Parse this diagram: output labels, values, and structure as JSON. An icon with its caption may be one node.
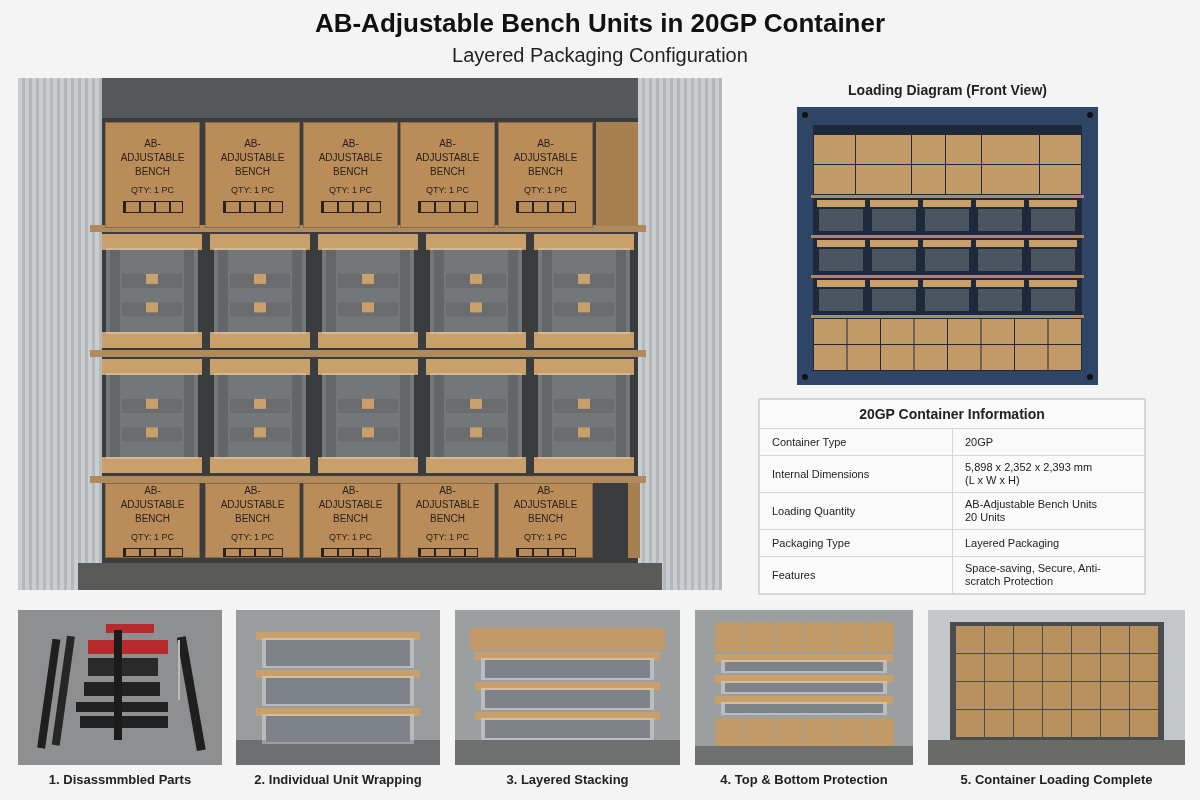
{
  "diagram": {
    "title": "AB-Adjustable Bench Units in 20GP Container",
    "labels": [
      "Layered Packaging Configuration",
      "AB-ADJUSTABLE BENCH",
      "QTY: 1 PC",
      "AB-ADJUSTABLE BENCH",
      "QTY: 1 PC",
      "AB-ADJUSTABLE BENCH",
      "QTY: 1 PC",
      "AB-ADJUSTABLE BENCH",
      "QTY: 1 PC",
      "AB-ADJUSTABLE BENCH",
      "QTY: 1 PC",
      "Loading Diagram (Front View)",
      "20GP Container Information",
      "Container Type",
      "20GP",
      "Internal Dimensions",
      "5,898 x 2,352 x 2,393 mm (L x W x H)",
      "Loading Quantity",
      "AB-Adjustable Bench Units 20 Units",
      "Packaging Type",
      "Layered Packaging",
      "Features",
      "Space-saving, Secure, Anti-scratch Protection",
      "AB-ADJUSTABLE BENCH",
      "QTY: 1 PC",
      "AB-ADJUSTABLE BENCH",
      "QTY: 1 PC",
      "AB-ADJUSTABLE BENCH",
      "QTY: 1 PC",
      "AB-ADJUSTABLE BENCH",
      "QTY: 1 PC",
      "AB-ADJUSTABLE BENCH",
      "QTY: 1 PC",
      "1. Disassmmbled Parts",
      "2. Individual Unit Wrapping",
      "3. Layered Stacking",
      "4. Top & Bottom Protection",
      "5. Container Loading Complete"
    ]
  }
}
